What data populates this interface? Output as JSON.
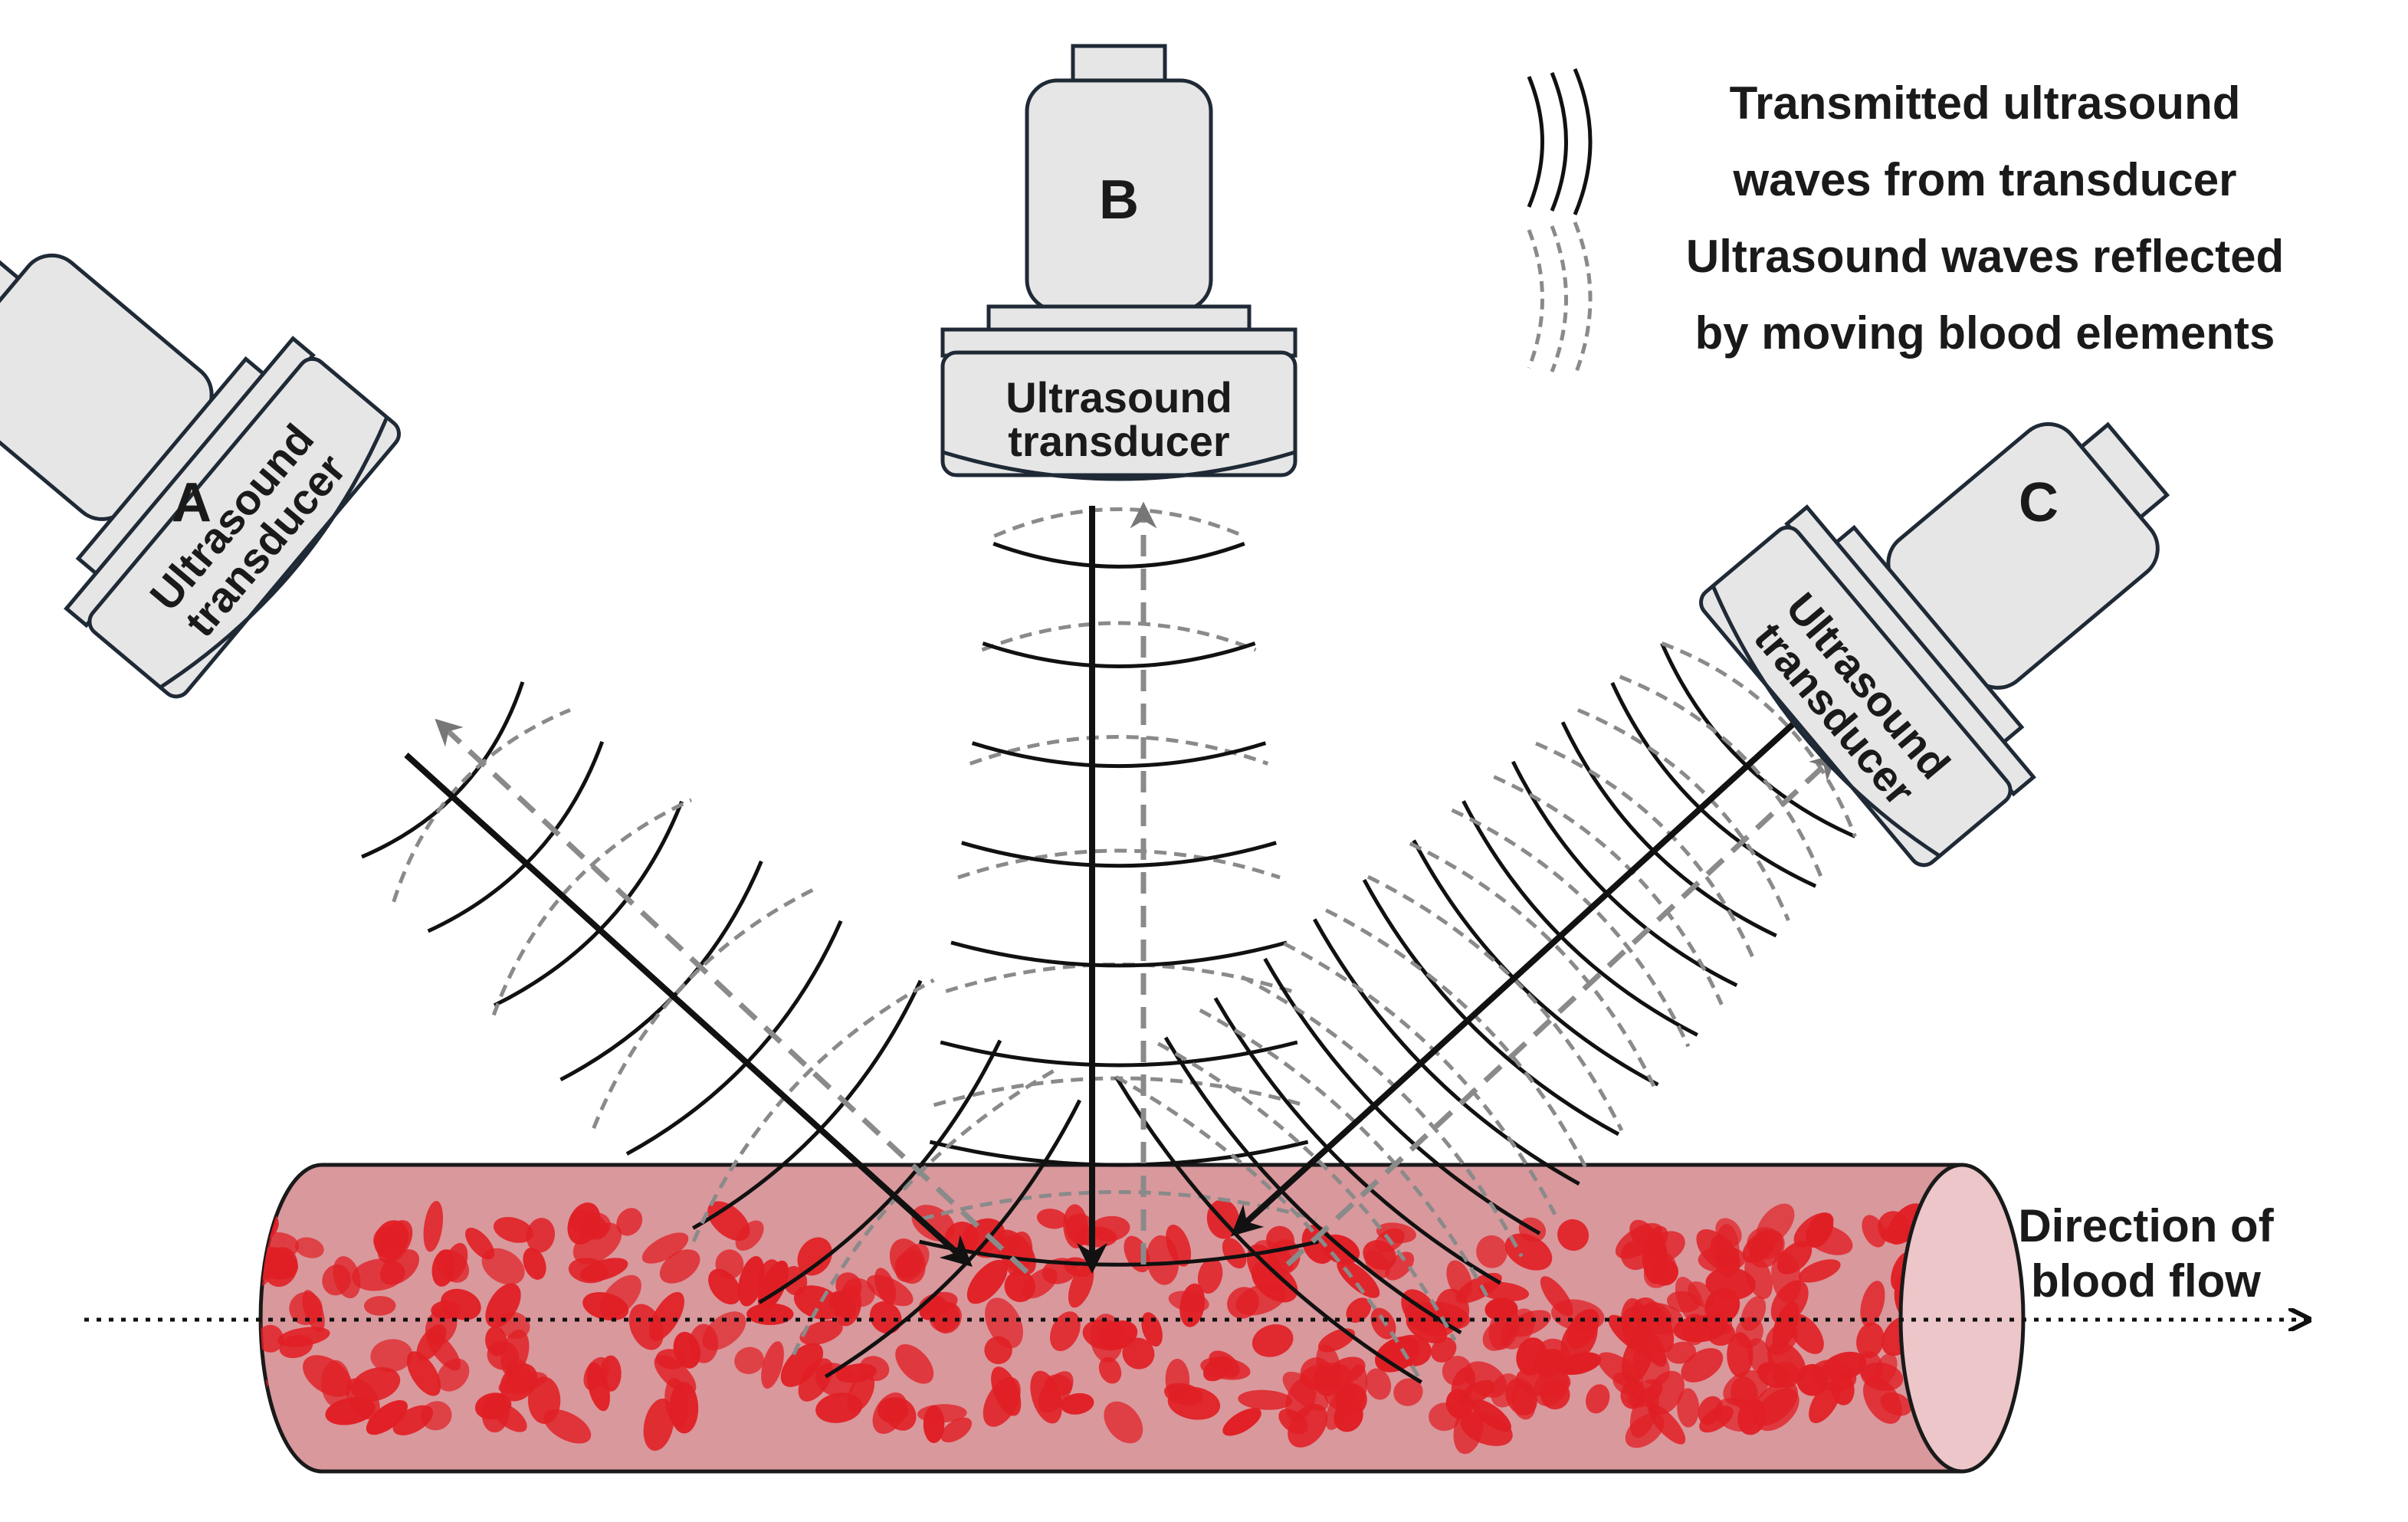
{
  "transducers": [
    {
      "id": "A",
      "letter": "A",
      "label_line1": "Ultrasound",
      "label_line2": "transducer"
    },
    {
      "id": "B",
      "letter": "B",
      "label_line1": "Ultrasound",
      "label_line2": "transducer"
    },
    {
      "id": "C",
      "letter": "C",
      "label_line1": "Ultrasound",
      "label_line2": "transducer"
    }
  ],
  "legend": {
    "transmitted_line1": "Transmitted ultrasound",
    "transmitted_line2": "waves from transducer",
    "reflected_line1": "Ultrasound waves reflected",
    "reflected_line2": "by moving blood elements"
  },
  "flow": {
    "line1": "Direction of",
    "line2": "blood flow"
  },
  "colors": {
    "probe_body": "#e6e6e6",
    "probe_stroke": "#1f2a36",
    "vessel_fill": "#d9989c",
    "vessel_end": "#ecc6c8",
    "blood_cell": "#e01f25",
    "reflected_wave": "#8a8a8a",
    "transmitted_wave": "#111111"
  }
}
